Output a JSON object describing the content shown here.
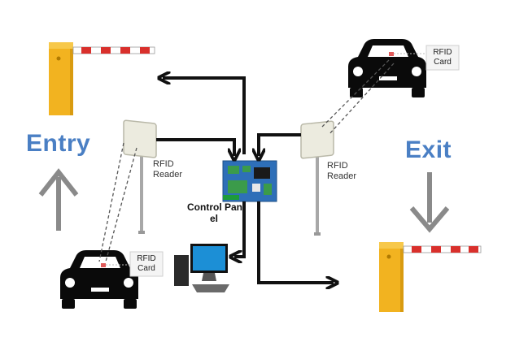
{
  "labels": {
    "entry": "Entry",
    "exit": "Exit",
    "reader_left": [
      "RFID",
      "Reader"
    ],
    "reader_right": [
      "RFID",
      "Reader"
    ],
    "control_panel": [
      "Control Pan",
      "el"
    ],
    "card_top": [
      "RFID",
      "Card"
    ],
    "card_bottom": [
      "RFID",
      "Card"
    ]
  },
  "colors": {
    "barrier_yellow": "#f2b320",
    "boom_red": "#d9302c",
    "arrow_gray": "#8a8a8a",
    "label_blue": "#4a7fc4",
    "flow_black": "#111111",
    "board_blue": "#2e6fb8",
    "board_green": "#3b9b4a"
  },
  "icons": [
    "barrier-gate-icon",
    "car-icon",
    "rfid-reader-icon",
    "control-board-icon",
    "computer-icon",
    "rfid-card-icon"
  ]
}
